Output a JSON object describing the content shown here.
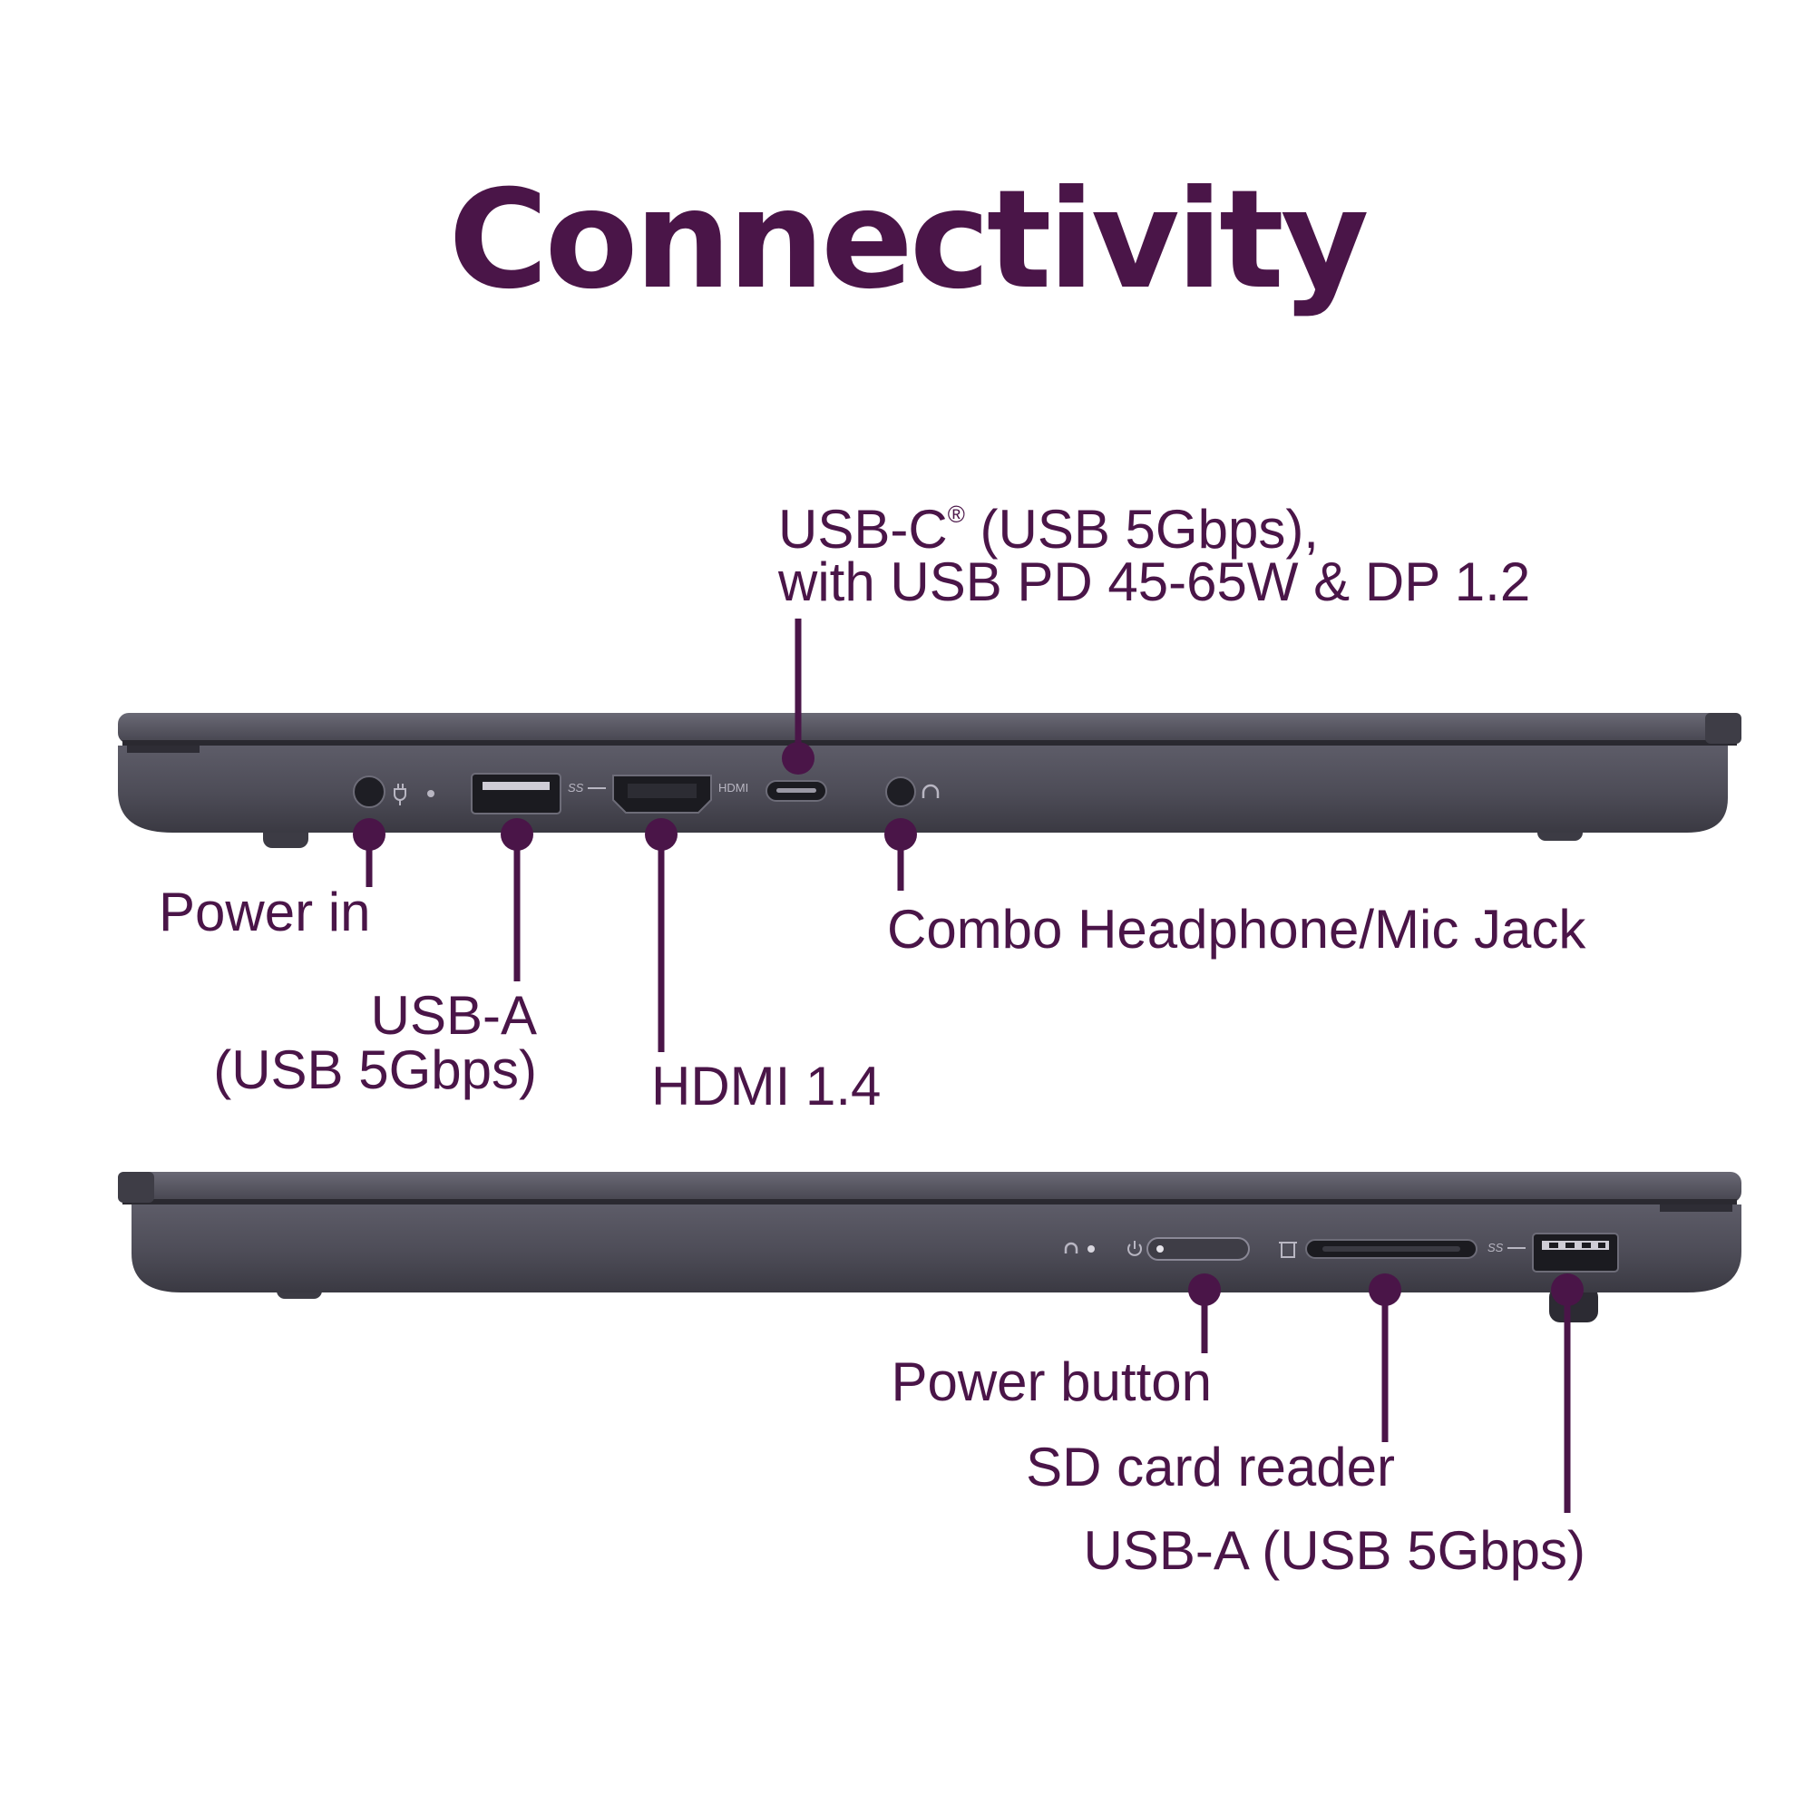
{
  "title": "Connectivity",
  "colors": {
    "accent": "#4a1548",
    "laptop_body": "#4f4e59",
    "laptop_lid": "#5b5a66",
    "port_dark": "#1b1b20"
  },
  "left_side": {
    "labels": {
      "usb_c_line1": "USB-C",
      "usb_c_reg": "®",
      "usb_c_line1_rest": " (USB 5Gbps),",
      "usb_c_line2": "with USB PD 45-65W & DP 1.2",
      "power_in": "Power in",
      "combo_jack": "Combo Headphone/Mic Jack",
      "usb_a_line1": "USB-A",
      "usb_a_line2": "(USB 5Gbps)",
      "hdmi": "HDMI 1.4"
    },
    "port_markings": {
      "hdmi": "HDMI",
      "ss": "SS"
    }
  },
  "right_side": {
    "labels": {
      "power_button": "Power button",
      "sd_card": "SD card reader",
      "usb_a": "USB-A (USB 5Gbps)"
    },
    "port_markings": {
      "ss": "SS"
    }
  }
}
